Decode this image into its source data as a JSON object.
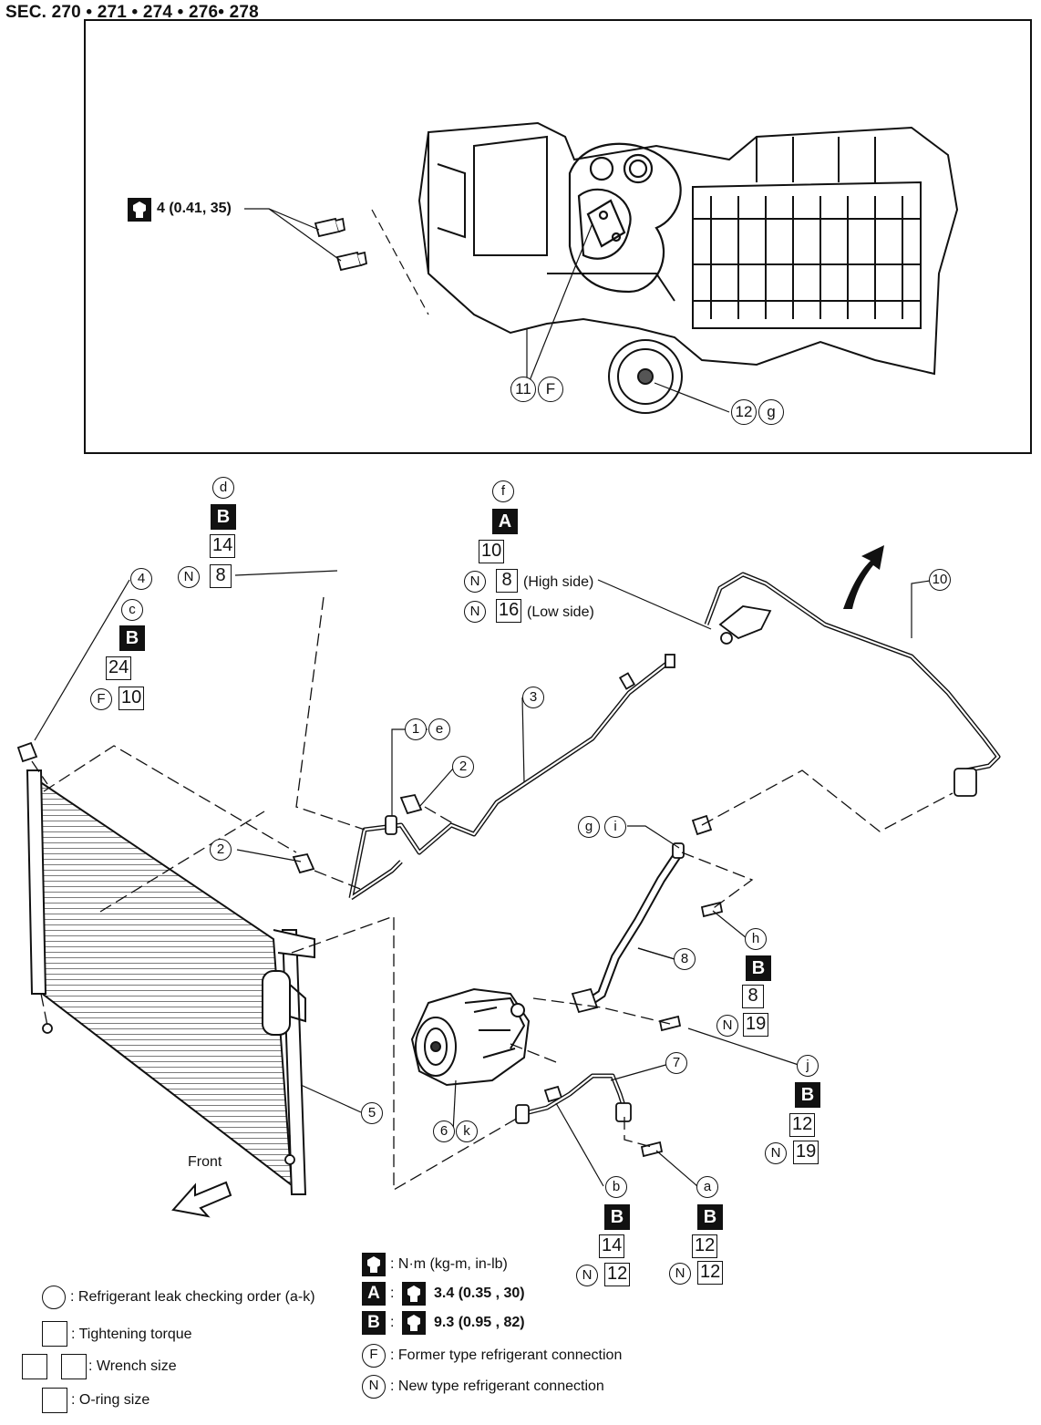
{
  "section_title": "SEC. 270 • 271 • 274 • 276• 278",
  "inset": {
    "torque_label": "4 (0.41, 35)",
    "part_11": "11",
    "part_11_type": "F",
    "part_12": "12",
    "part_12_type": "g"
  },
  "callouts": {
    "d": {
      "order": "d",
      "grade": "B",
      "torque": "14",
      "type": "N",
      "oring": "8"
    },
    "f": {
      "order": "f",
      "grade": "A",
      "torque": "10",
      "type_high": "N",
      "oring_high": "8",
      "high_note": "(High side)",
      "type_low": "N",
      "oring_low": "16",
      "low_note": "(Low side)"
    },
    "c": {
      "part": "4",
      "order": "c",
      "grade": "B",
      "torque": "24",
      "type": "F",
      "oring": "10"
    },
    "h": {
      "order": "h",
      "grade": "B",
      "torque": "8",
      "type": "N",
      "oring": "19"
    },
    "j": {
      "order": "j",
      "grade": "B",
      "torque": "12",
      "type": "N",
      "oring": "19"
    },
    "b": {
      "order": "b",
      "grade": "B",
      "torque": "14",
      "type": "N",
      "oring": "12"
    },
    "a": {
      "order": "a",
      "grade": "B",
      "torque": "12",
      "type": "N",
      "oring": "12"
    }
  },
  "parts": {
    "p1": "1",
    "p1_order": "e",
    "p2a": "2",
    "p2b": "2",
    "p3": "3",
    "p5": "5",
    "p6": "6",
    "p6_order": "k",
    "p7": "7",
    "p8": "8",
    "p9_order": "g",
    "p9_order2": "i",
    "p10": "10"
  },
  "front_label": "Front",
  "legend": {
    "leak_order": ": Refrigerant leak checking order (a-k)",
    "tightening": ": Tightening torque",
    "wrench": ": Wrench size",
    "oring": ": O-ring size",
    "nm": ": N·m (kg-m, in-lb)",
    "a_letter": "A",
    "a_sep": ":",
    "a_value": "3.4 (0.35 , 30)",
    "b_letter": "B",
    "b_sep": ":",
    "b_value": "9.3 (0.95 , 82)",
    "f_letter": "F",
    "f_text": ": Former type refrigerant connection",
    "n_letter": "N",
    "n_text": ": New type refrigerant connection"
  }
}
